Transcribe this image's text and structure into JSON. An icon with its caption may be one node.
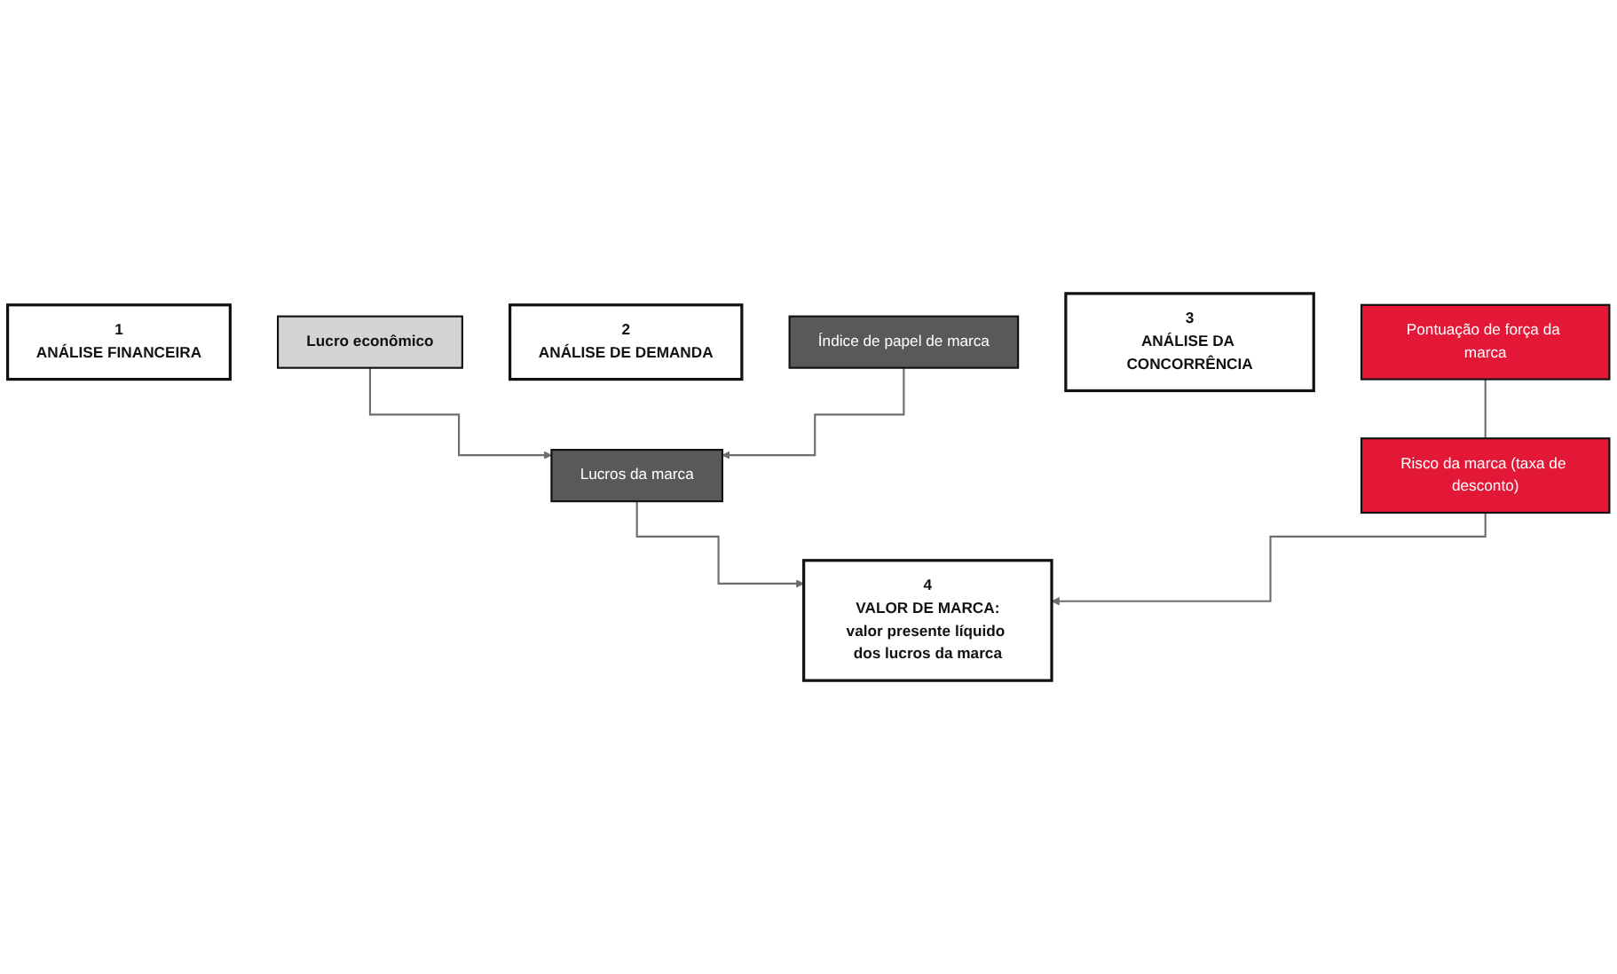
{
  "diagram": {
    "nodes": [
      {
        "text": [
          "1",
          "ANÁLISE FINANCEIRA"
        ]
      },
      {
        "text": [
          "Lucro econômico"
        ]
      },
      {
        "text": [
          "2",
          "ANÁLISE DE DEMANDA"
        ]
      },
      {
        "text": [
          "Índice de papel de marca"
        ]
      },
      {
        "text": [
          "3",
          "ANÁLISE DA CONCORRÊNCIA"
        ]
      },
      {
        "text": [
          "Pontuação de força da marca"
        ]
      },
      {
        "text": [
          "Lucros da marca"
        ]
      },
      {
        "text": [
          "Risco da marca (taxa de desconto)"
        ]
      },
      {
        "text": [
          "4",
          "VALOR DE MARCA:",
          "valor presente líquido dos lucros da marca"
        ]
      }
    ],
    "edges": [
      {
        "from": 1,
        "to": 6,
        "arrow": "to"
      },
      {
        "from": 3,
        "to": 6,
        "arrow": "to"
      },
      {
        "from": 5,
        "to": 7,
        "arrow": "none"
      },
      {
        "from": 6,
        "to": 8,
        "arrow": "to"
      },
      {
        "from": 7,
        "to": 8,
        "arrow": "to"
      }
    ]
  }
}
